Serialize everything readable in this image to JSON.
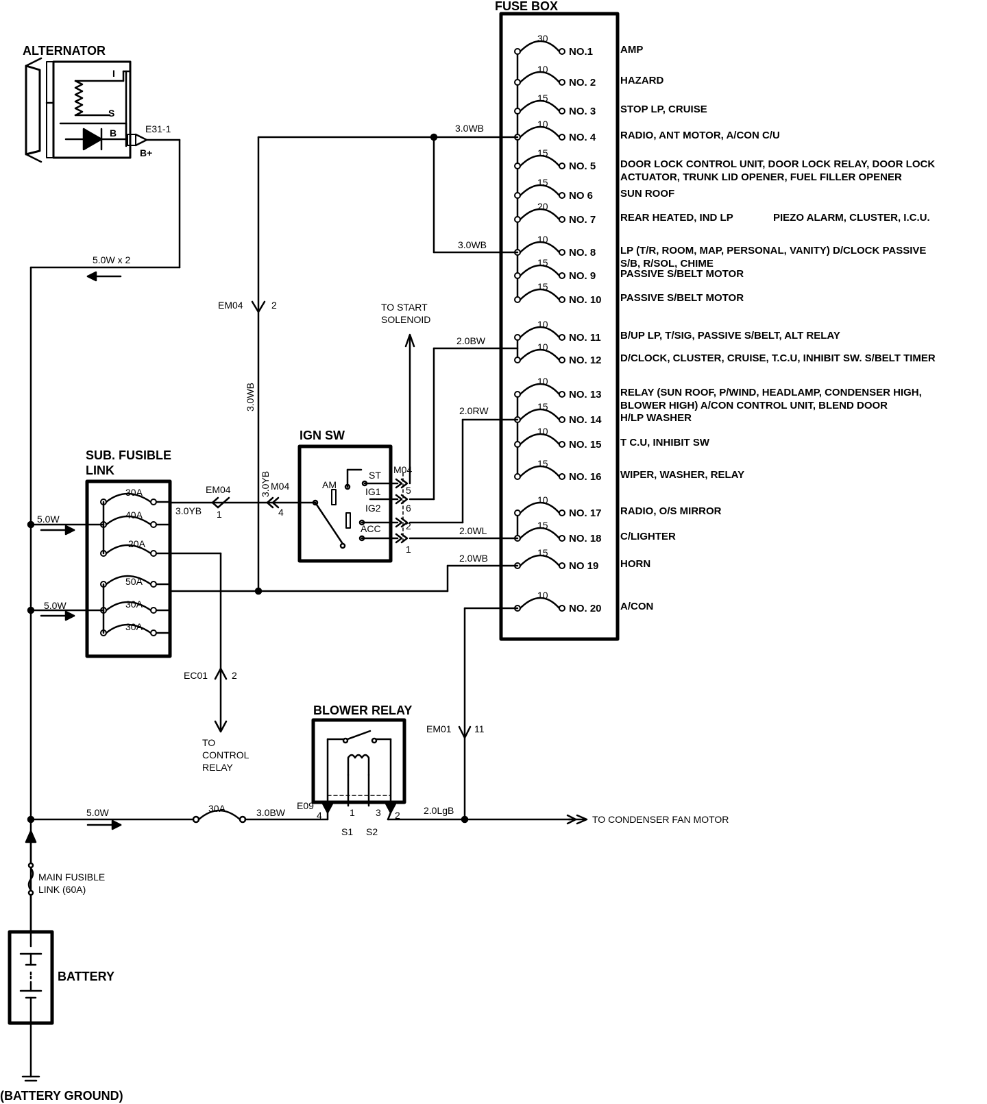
{
  "components": {
    "alternator": {
      "title": "ALTERNATOR",
      "term_i": "I",
      "term_s": "S",
      "term_b": "B",
      "connector": "E31-1",
      "bplus": "B+"
    },
    "fuse_box": {
      "title": "FUSE BOX"
    },
    "ign_sw": {
      "title": "IGN SW",
      "am": "AM",
      "st": "ST",
      "ig1": "IG1",
      "ig2": "IG2",
      "acc": "ACC",
      "connector": "M04",
      "pin5": "5",
      "pin6": "6",
      "pin2": "2",
      "pin1": "1"
    },
    "sub_fusible_link": {
      "title_line1": "SUB. FUSIBLE",
      "title_line2": "LINK",
      "fuses": [
        "30A",
        "40A",
        "20A",
        "50A",
        "30A",
        "30A"
      ]
    },
    "blower_relay": {
      "title": "BLOWER RELAY",
      "connector": "E09",
      "pin4": "4",
      "pin1": "1",
      "pin3": "3",
      "pin2": "2",
      "s1": "S1",
      "s2": "S2"
    },
    "battery": {
      "title": "BATTERY",
      "ground": "(BATTERY GROUND)",
      "main_link_line1": "MAIN FUSIBLE",
      "main_link_line2": "LINK (60A)"
    }
  },
  "fuses": [
    {
      "no": "NO.1",
      "rating": "30",
      "load": "AMP"
    },
    {
      "no": "NO. 2",
      "rating": "10",
      "load": "HAZARD"
    },
    {
      "no": "NO. 3",
      "rating": "15",
      "load": "STOP LP, CRUISE"
    },
    {
      "no": "NO. 4",
      "rating": "10",
      "load": "RADIO, ANT MOTOR, A/CON C/U"
    },
    {
      "no": "NO. 5",
      "rating": "15",
      "load": "DOOR LOCK CONTROL UNIT, DOOR LOCK RELAY, DOOR LOCK",
      "load2": "ACTUATOR, TRUNK LID OPENER, FUEL FILLER OPENER"
    },
    {
      "no": "NO 6",
      "rating": "15",
      "load": "SUN ROOF"
    },
    {
      "no": "NO. 7",
      "rating": "20",
      "load": "REAR HEATED, IND LP",
      "load_b": "PIEZO ALARM, CLUSTER, I.C.U."
    },
    {
      "no": "NO. 8",
      "rating": "10",
      "load": "LP (T/R, ROOM, MAP, PERSONAL, VANITY) D/CLOCK PASSIVE",
      "load2": "S/B, R/SOL, CHIME"
    },
    {
      "no": "NO. 9",
      "rating": "15",
      "load": "PASSIVE S/BELT MOTOR"
    },
    {
      "no": "NO. 10",
      "rating": "15",
      "load": "PASSIVE S/BELT MOTOR"
    },
    {
      "no": "NO. 11",
      "rating": "10",
      "load": "B/UP LP, T/SIG, PASSIVE S/BELT, ALT RELAY"
    },
    {
      "no": "NO. 12",
      "rating": "10",
      "load": "D/CLOCK, CLUSTER, CRUISE, T.C.U, INHIBIT SW. S/BELT TIMER"
    },
    {
      "no": "NO. 13",
      "rating": "10",
      "load": "RELAY (SUN ROOF, P/WIND, HEADLAMP, CONDENSER HIGH,",
      "load2": "BLOWER HIGH) A/CON CONTROL UNIT, BLEND DOOR"
    },
    {
      "no": "NO. 14",
      "rating": "15",
      "load": "H/LP WASHER"
    },
    {
      "no": "NO. 15",
      "rating": "10",
      "load": "T C.U, INHIBIT SW"
    },
    {
      "no": "NO. 16",
      "rating": "15",
      "load": "WIPER, WASHER, RELAY"
    },
    {
      "no": "NO. 17",
      "rating": "10",
      "load": "RADIO, O/S MIRROR"
    },
    {
      "no": "NO. 18",
      "rating": "15",
      "load": "C/LIGHTER"
    },
    {
      "no": "NO 19",
      "rating": "15",
      "load": "HORN"
    },
    {
      "no": "NO. 20",
      "rating": "10",
      "load": "A/CON"
    }
  ],
  "wires": {
    "w50x2": "5.0W x 2",
    "w30wb_a": "3.0WB",
    "w30wb_b": "3.0WB",
    "w30wb_v": "3.0WB",
    "w20bw": "2.0BW",
    "w20rw": "2.0RW",
    "w20wl": "2.0WL",
    "w20wb": "2.0WB",
    "w30yb_h": "3.0YB",
    "w30yb_v": "3.0YB",
    "w50w_a": "5.0W",
    "w50w_b": "5.0W",
    "w50w_c": "5.0W",
    "w30bw": "3.0BW",
    "w20lgb": "2.0LgB",
    "inline_fuse": "30A"
  },
  "connectors": {
    "em04_top": "EM04",
    "em04_top_pin": "2",
    "em04_mid": "EM04",
    "em04_mid_pin": "1",
    "m04_mid": "M04",
    "m04_mid_pin": "4",
    "ec01": "EC01",
    "ec01_pin": "2",
    "em01": "EM01",
    "em01_pin": "11"
  },
  "notes": {
    "start_line1": "TO START",
    "start_line2": "SOLENOID",
    "control_line1": "TO",
    "control_line2": "CONTROL",
    "control_line3": "RELAY",
    "condenser": "TO CONDENSER FAN MOTOR"
  }
}
